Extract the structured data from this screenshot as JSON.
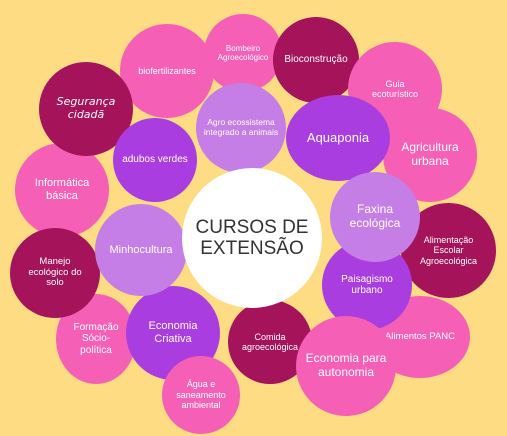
{
  "colors": {
    "background": "#fedc84",
    "pink": "#f55fb5",
    "magenta": "#a5135a",
    "purple": "#a93de0",
    "lilac": "#c57ee6",
    "center": "#ffffff",
    "center_text": "#333333"
  },
  "center": {
    "label": "CURSOS DE\nEXTENSÃO"
  },
  "courses": [
    {
      "id": "bombeiro",
      "label": "Bombeiro Agroecológico",
      "color": "pink"
    },
    {
      "id": "biofertilizantes",
      "label": "biofertilizantes",
      "color": "pink"
    },
    {
      "id": "bioconstrucao",
      "label": "Bioconstrução",
      "color": "magenta"
    },
    {
      "id": "guia",
      "label": "Guia ecoturístico",
      "color": "pink"
    },
    {
      "id": "seguranca",
      "label": "Segurança cidadã",
      "color": "magenta"
    },
    {
      "id": "agroecossistema",
      "label": "Agro ecossistema integrado a animais",
      "color": "lilac"
    },
    {
      "id": "aquaponia",
      "label": "Aquaponia",
      "color": "purple"
    },
    {
      "id": "agricultura",
      "label": "Agricultura urbana",
      "color": "pink"
    },
    {
      "id": "adubos",
      "label": "adubos verdes",
      "color": "purple"
    },
    {
      "id": "informatica",
      "label": "Informática básica",
      "color": "pink"
    },
    {
      "id": "faxina",
      "label": "Faxina ecológica",
      "color": "lilac"
    },
    {
      "id": "alimentacao",
      "label": "Alimentação Escolar Agroecológica",
      "color": "magenta"
    },
    {
      "id": "minhocultura",
      "label": "Minhocultura",
      "color": "lilac"
    },
    {
      "id": "manejo",
      "label": "Manejo ecológico do solo",
      "color": "magenta"
    },
    {
      "id": "paisagismo",
      "label": "Paisagismo urbano",
      "color": "purple"
    },
    {
      "id": "alimentos",
      "label": "Alimentos PANC",
      "color": "pink"
    },
    {
      "id": "formacao",
      "label": "Formação Sócio-política",
      "color": "pink"
    },
    {
      "id": "economia-criativa",
      "label": "Economia Criativa",
      "color": "purple"
    },
    {
      "id": "comida",
      "label": "Comida agroecológica",
      "color": "magenta"
    },
    {
      "id": "economia-autonomia",
      "label": "Economia para autonomia",
      "color": "pink"
    },
    {
      "id": "agua",
      "label": "Água e saneamento ambiental",
      "color": "pink"
    }
  ]
}
